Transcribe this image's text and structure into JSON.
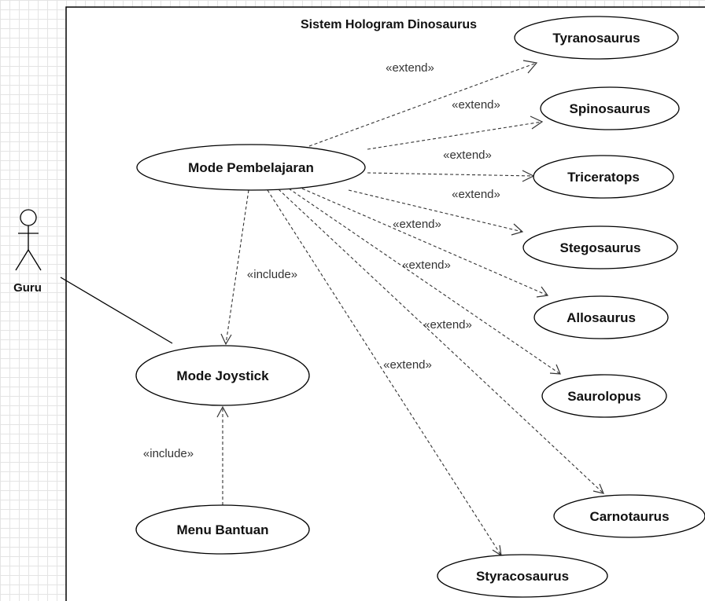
{
  "diagram": {
    "system_title": "Sistem Hologram Dinosaurus",
    "actor": {
      "name": "Guru"
    },
    "use_cases": {
      "mode_pembelajaran": "Mode Pembelajaran",
      "mode_joystick": "Mode Joystick",
      "menu_bantuan": "Menu Bantuan",
      "tyranosaurus": "Tyranosaurus",
      "spinosaurus": "Spinosaurus",
      "triceratops": "Triceratops",
      "stegosaurus": "Stegosaurus",
      "allosaurus": "Allosaurus",
      "saurolopus": "Saurolopus",
      "carnotaurus": "Carnotaurus",
      "styracosaurus": "Styracosaurus"
    },
    "relations": {
      "extend": "«extend»",
      "include": "«include»"
    }
  }
}
